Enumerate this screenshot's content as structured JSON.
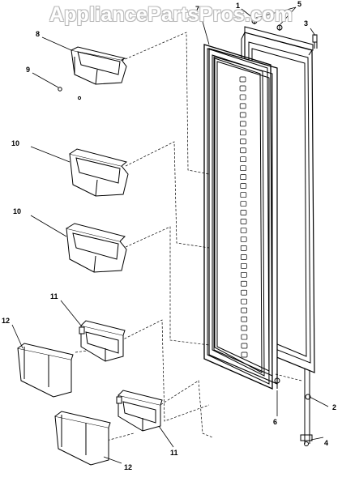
{
  "watermark": "AppliancePartsPros.com",
  "callouts": [
    "1",
    "2",
    "3",
    "4",
    "5",
    "6",
    "7",
    "8",
    "9",
    "10",
    "10",
    "11",
    "11",
    "12",
    "12"
  ],
  "colors": {
    "line": "#000000",
    "background": "#ffffff",
    "watermark_outline": "#bbbbbb"
  }
}
